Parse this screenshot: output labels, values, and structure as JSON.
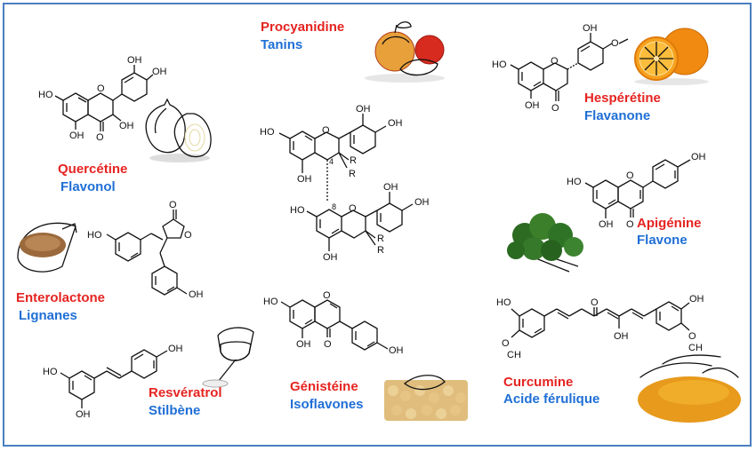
{
  "compounds": {
    "quercetine": {
      "name": "Quercétine",
      "class": "Flavonol"
    },
    "procyanidine": {
      "name": "Procyanidine",
      "class": "Tanins"
    },
    "hesperetine": {
      "name": "Hespérétine",
      "class": "Flavanone"
    },
    "apigenine": {
      "name": "Apigénine",
      "class": "Flavone"
    },
    "enterolactone": {
      "name": "Enterolactone",
      "class": "Lignanes"
    },
    "resveratrol": {
      "name": "Resvératrol",
      "class": "Stilbène"
    },
    "genisteine": {
      "name": "Génistéine",
      "class": "Isoflavones"
    },
    "curcumine": {
      "name": "Curcumine",
      "class": "Acide férulique"
    }
  },
  "atoms": {
    "oh": "OH",
    "ho": "HO",
    "o": "O",
    "ch3": "CH",
    "r1": "R",
    "r2": "R",
    "r3": "R",
    "r4": "R",
    "pos4": "4",
    "pos8": "8"
  },
  "colors": {
    "name": "#e52421",
    "class": "#1f6fd6",
    "frame": "#4a7fc1"
  },
  "images": [
    "onion-image",
    "apples-image",
    "orange-image",
    "parsley-image",
    "flaxseed-image",
    "wine-glass-image",
    "soybeans-image",
    "turmeric-image"
  ]
}
